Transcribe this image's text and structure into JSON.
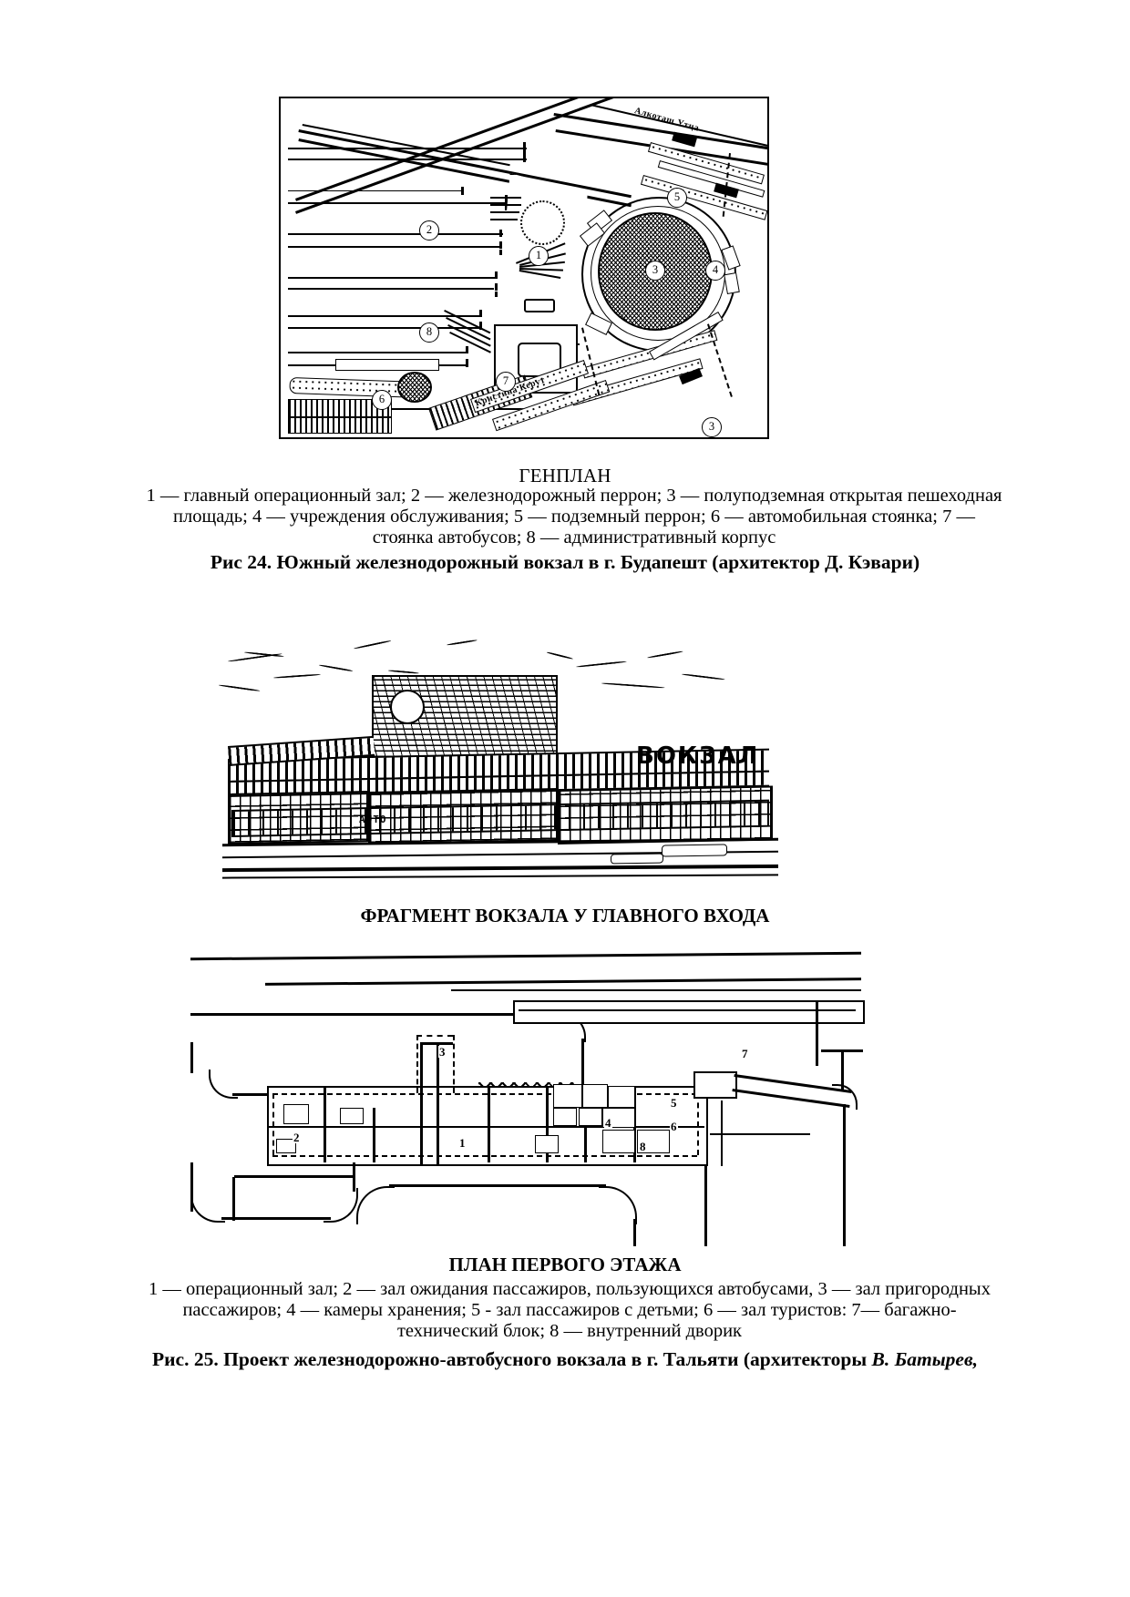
{
  "page": {
    "language": "ru",
    "ink_color": "#000000",
    "paper_color": "#ffffff"
  },
  "figure1": {
    "caption": "ГЕНПЛАН",
    "legend_lines": [
      "1 — главный операционный зал; 2 — железнодорожный перрон; 3 — полуподземная открытая пешеходная",
      "площадь;  4  —  учреждения  обслуживания;  5  —  подземный  перрон;  6  —  автомобильная  стоянка;  7  —",
      "стоянка автобусов; 8 — административный корпус"
    ],
    "title": "Рис 24. Южный железнодорожный вокзал в г. Будапешт (архитектор Д. Кэвари)",
    "callouts": [
      "1",
      "2",
      "3",
      "4",
      "5",
      "6",
      "7",
      "8"
    ],
    "street_labels": [
      "Алкоташ Утца",
      "Кристина Керут"
    ]
  },
  "figure2": {
    "caption": "ФРАГМЕНТ ВОКЗАЛА У ГЛАВНОГО ВХОДА",
    "sign_text": "ВОКЗАЛ",
    "shopfront_text": "AUTO"
  },
  "figure3": {
    "caption": "ПЛАН ПЕРВОГО ЭТАЖА",
    "legend_lines": [
      "1 — операционный зал; 2 — зал ожидания пассажиров, пользующихся автобусами, 3 — зал пригородных",
      "пассажиров;   4  —  камеры  хранения;  5 - зал пассажиров с детьми; 6 — зал туристов: 7— багажно-",
      "технический блок; 8 — внутренний дворик"
    ],
    "title_prefix": "Рис. 25. Проект   железнодорожно-автобусного  вокзала  в г. Тальяти (архитекторы ",
    "title_italic": "В. Батырев,",
    "room_numbers": [
      "1",
      "2",
      "3",
      "4",
      "5",
      "6",
      "7",
      "8"
    ]
  }
}
